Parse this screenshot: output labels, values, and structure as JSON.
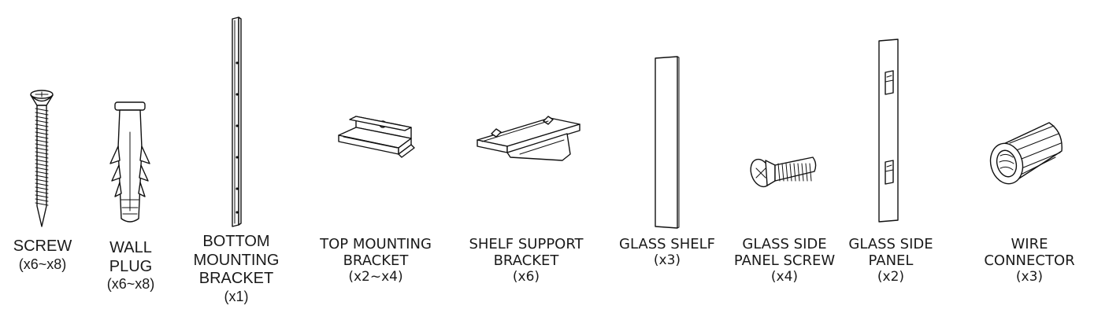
{
  "parts": [
    {
      "id": "screw",
      "name_lines": [
        "SCREW"
      ],
      "quantity": "(x6~x8)",
      "icon": "screw-icon"
    },
    {
      "id": "wall_plug",
      "name_lines": [
        "WALL",
        "PLUG"
      ],
      "quantity": "(x6~x8)",
      "icon": "wall-plug-icon"
    },
    {
      "id": "bottom_mounting_bracket",
      "name_lines": [
        "BOTTOM",
        "MOUNTING",
        "BRACKET"
      ],
      "quantity": "(x1)",
      "icon": "bottom-mounting-bracket-icon"
    },
    {
      "id": "top_mounting_bracket",
      "name_lines": [
        "TOP MOUNTING",
        "BRACKET"
      ],
      "quantity": "(x2~x4)",
      "icon": "top-mounting-bracket-icon"
    },
    {
      "id": "shelf_support_bracket",
      "name_lines": [
        "SHELF SUPPORT",
        "BRACKET"
      ],
      "quantity": "(x6)",
      "icon": "shelf-support-bracket-icon"
    },
    {
      "id": "glass_shelf",
      "name_lines": [
        "GLASS SHELF"
      ],
      "quantity": "(x3)",
      "icon": "glass-shelf-icon"
    },
    {
      "id": "glass_side_panel_screw",
      "name_lines": [
        "GLASS SIDE",
        "PANEL SCREW"
      ],
      "quantity": "(x4)",
      "icon": "glass-side-panel-screw-icon"
    },
    {
      "id": "glass_side_panel",
      "name_lines": [
        "GLASS SIDE",
        "PANEL"
      ],
      "quantity": "(x2)",
      "icon": "glass-side-panel-icon"
    },
    {
      "id": "wire_connector",
      "name_lines": [
        "WIRE",
        "CONNECTOR"
      ],
      "quantity": "(x3)",
      "icon": "wire-connector-icon"
    }
  ]
}
